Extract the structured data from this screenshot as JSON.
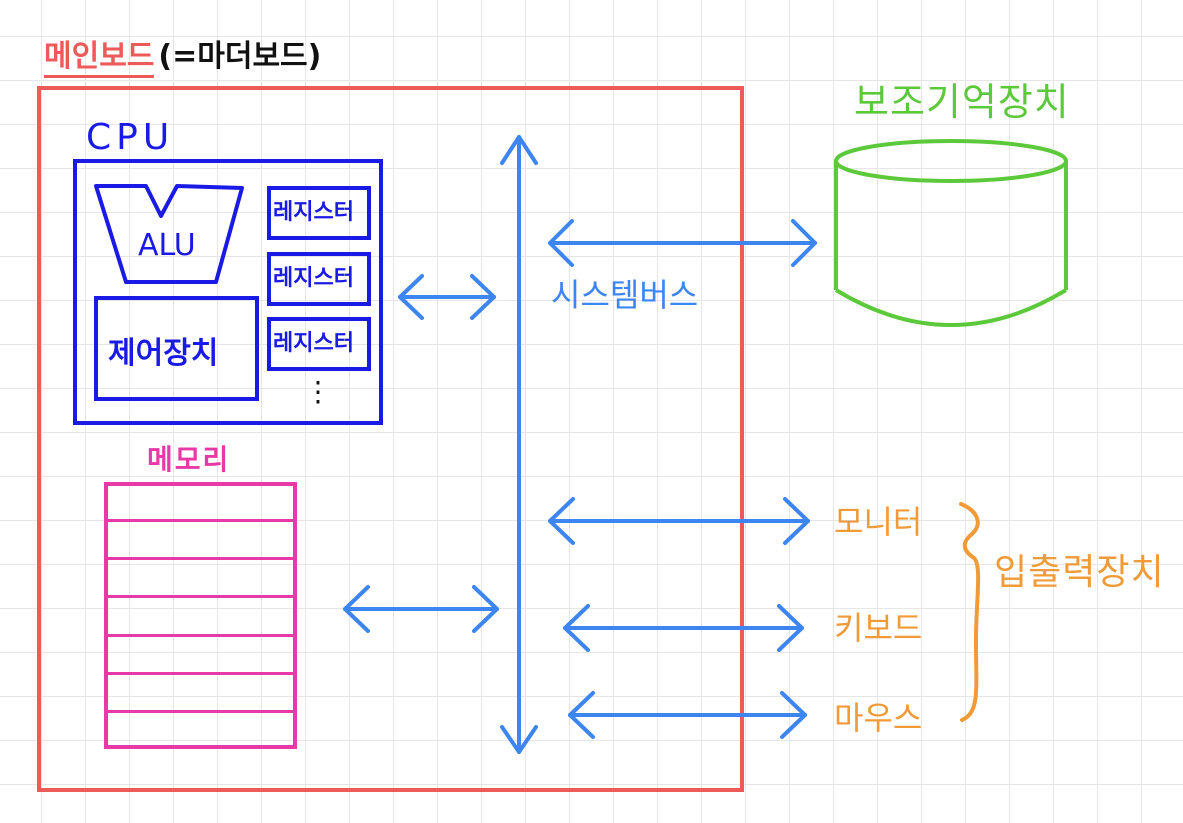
{
  "mainboard": {
    "title": "메인보드",
    "title_suffix": "(=마더보드)",
    "color": "#ec5a5a"
  },
  "cpu": {
    "label": "CPU",
    "color": "#1a1ae6",
    "alu_label": "ALU",
    "control_unit_label": "제어장치",
    "registers": [
      "레지스터",
      "레지스터",
      "레지스터"
    ],
    "more_symbol": "⋮"
  },
  "memory": {
    "label": "메모리",
    "color": "#e83aa7",
    "row_count": 7
  },
  "system_bus": {
    "label": "시스템버스",
    "color": "#3d85f0"
  },
  "storage": {
    "label": "보조기억장치",
    "color": "#5cc93a"
  },
  "io": {
    "color": "#f09a38",
    "devices": [
      "모니터",
      "키보드",
      "마우스"
    ],
    "group_label": "입출력장치"
  }
}
